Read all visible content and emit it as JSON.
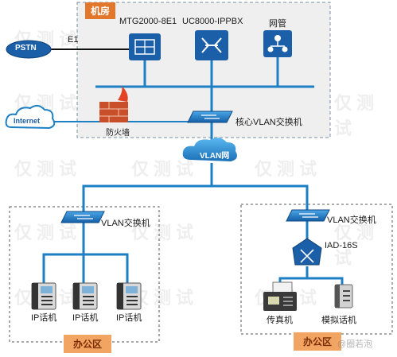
{
  "watermark": "仅测试",
  "machine_room": {
    "title": "机房"
  },
  "devices": {
    "mtg": "MTG2000-8E1",
    "ippbx": "UC8000-IPPBX",
    "netmgmt": "网管",
    "pstn": "PSTN",
    "e1": "E1",
    "internet": "Internet",
    "firewall": "防火墙",
    "core_switch": "核心VLAN交换机",
    "vlan_net": "VLAN网",
    "office_switch": "VLAN交换机",
    "branch_switch": "VLAN交换机",
    "iad": "IAD-16S",
    "fax": "传真机",
    "analog_phone": "模拟话机"
  },
  "ip_phones": [
    "IP话机",
    "IP话机",
    "IP话机"
  ],
  "zones": {
    "office": "办公区",
    "branch": "办公区"
  },
  "brand_watermark": "@圈若泡",
  "colors": {
    "link": "#1d7fc4",
    "device": "#1b5fa8",
    "room_title": "#e2762a",
    "zone_title": "#f2a463"
  }
}
